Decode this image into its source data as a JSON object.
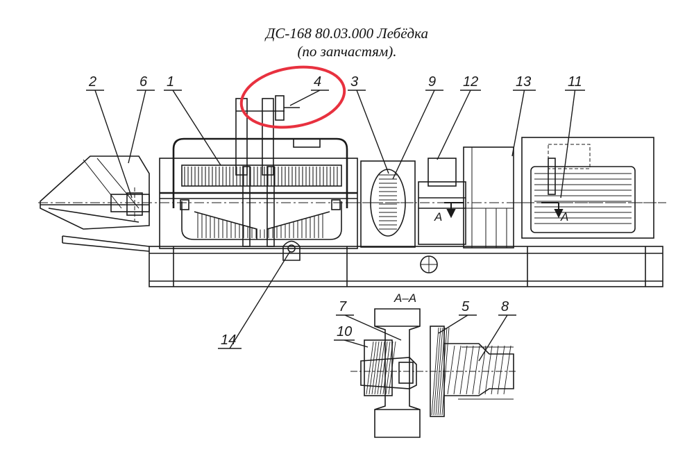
{
  "title_line1": "ДС-168 80.03.000 Лебёдка",
  "title_line2": "(по запчастям).",
  "section_label": "A–A",
  "section_marker": "A",
  "highlight_color": "#e8313f",
  "ink_color": "#1a1a1a",
  "callouts": [
    {
      "id": "1",
      "label": "1"
    },
    {
      "id": "2",
      "label": "2"
    },
    {
      "id": "3",
      "label": "3"
    },
    {
      "id": "4",
      "label": "4"
    },
    {
      "id": "5",
      "label": "5"
    },
    {
      "id": "6",
      "label": "6"
    },
    {
      "id": "7",
      "label": "7"
    },
    {
      "id": "8",
      "label": "8"
    },
    {
      "id": "9",
      "label": "9"
    },
    {
      "id": "10",
      "label": "10"
    },
    {
      "id": "11",
      "label": "11"
    },
    {
      "id": "12",
      "label": "12"
    },
    {
      "id": "13",
      "label": "13"
    },
    {
      "id": "14",
      "label": "14"
    }
  ]
}
